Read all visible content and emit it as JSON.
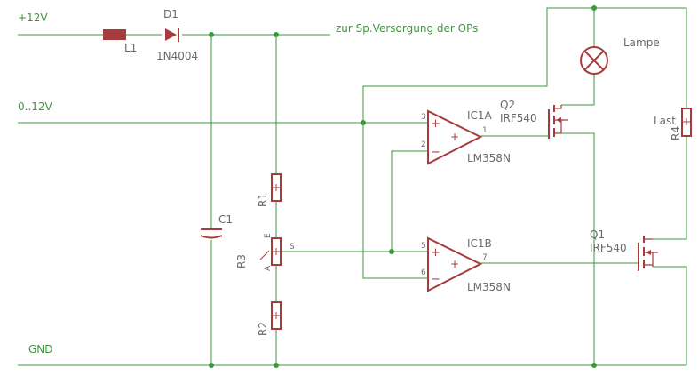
{
  "colors": {
    "wire": "#3a9a3a",
    "component": "#a83c3c",
    "label": "#6a6a6a",
    "background": "#ffffff"
  },
  "nets": {
    "plus12": "+12V",
    "zero12": "0..12V",
    "gnd": "GND",
    "supply_note": "zur Sp.Versorgung der OPs"
  },
  "parts": {
    "L1": "L1",
    "D1": "D1",
    "D1_value": "1N4004",
    "C1": "C1",
    "R1": "R1",
    "R2": "R2",
    "R3": "R3",
    "R4": "R4",
    "IC1A": "IC1A",
    "IC1A_value": "LM358N",
    "IC1B": "IC1B",
    "IC1B_value": "LM358N",
    "Q1": "Q1",
    "Q1_value": "IRF540",
    "Q2": "Q2",
    "Q2_value": "IRF540",
    "lamp": "Lampe",
    "load": "Last"
  },
  "pins": {
    "ic1a_p3": "3",
    "ic1a_p2": "2",
    "ic1a_p1": "1",
    "ic1b_p5": "5",
    "ic1b_p6": "6",
    "ic1b_p7": "7",
    "r3_e": "E",
    "r3_a": "A",
    "r3_s": "S",
    "plus": "+",
    "minus": "−"
  }
}
